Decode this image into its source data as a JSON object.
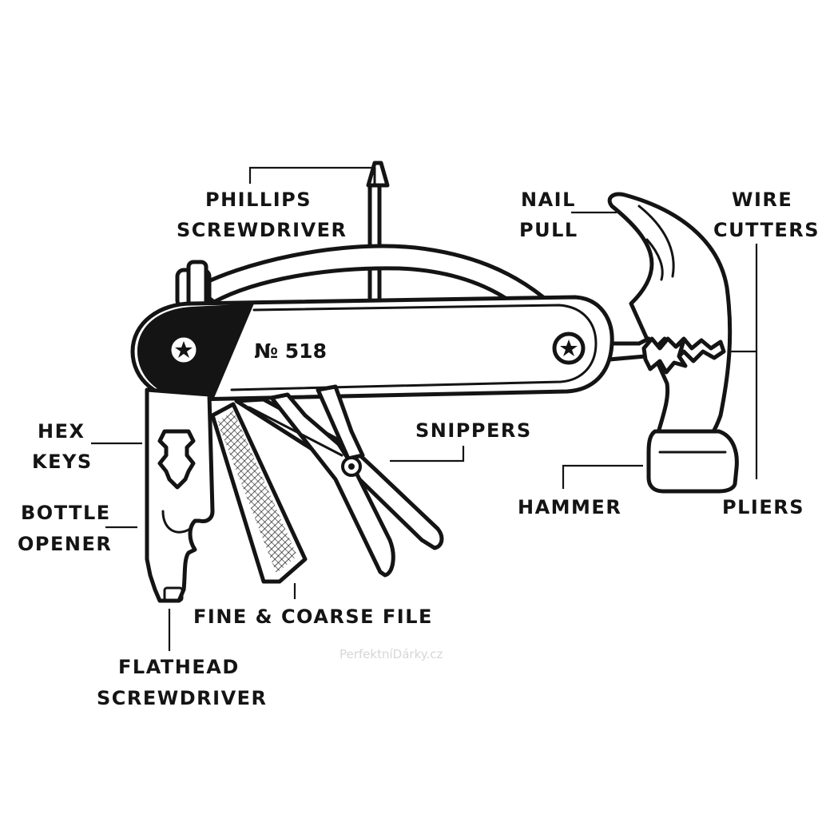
{
  "labels": {
    "phillips_line1": "PHILLIPS",
    "phillips_line2": "SCREWDRIVER",
    "nail_line1": "NAIL",
    "nail_line2": "PULL",
    "wire_line1": "WIRE",
    "wire_line2": "CUTTERS",
    "hex_line1": "HEX",
    "hex_line2": "KEYS",
    "bottle_line1": "BOTTLE",
    "bottle_line2": "OPENER",
    "snippers": "SNIPPERS",
    "hammer": "HAMMER",
    "pliers": "PLIERS",
    "file": "FINE & COARSE FILE",
    "flathead_line1": "FLATHEAD",
    "flathead_line2": "SCREWDRIVER"
  },
  "handle_badge": "№ 518",
  "watermark": "PerfektníDárky.cz",
  "colors": {
    "ink": "#141414",
    "background": "#ffffff"
  }
}
